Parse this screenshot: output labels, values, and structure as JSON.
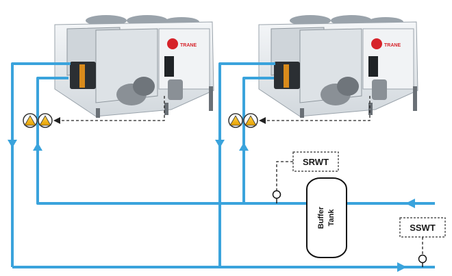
{
  "colors": {
    "pipe": "#3aa3dc",
    "pump_fill": "#f3b61f",
    "pump_stroke": "#333333",
    "signal": "#222222",
    "chiller_body": "#e8ecef",
    "chiller_shade": "#c7ced4",
    "chiller_dark": "#2b2f33",
    "tank_fill": "#ffffff",
    "tank_stroke": "#111111",
    "brand": "#d6232a"
  },
  "chillers": [
    {
      "brand": "TRANE"
    },
    {
      "brand": "TRANE"
    }
  ],
  "sensors": {
    "supply_return": {
      "label": "SRWT"
    },
    "system_supply": {
      "label": "SSWT"
    }
  },
  "tank": {
    "line1": "Buffer",
    "line2": "Tank"
  },
  "icons": {
    "pump": "pump-icon",
    "sensor": "temperature-sensor-icon",
    "arrow": "flow-arrow-icon"
  }
}
